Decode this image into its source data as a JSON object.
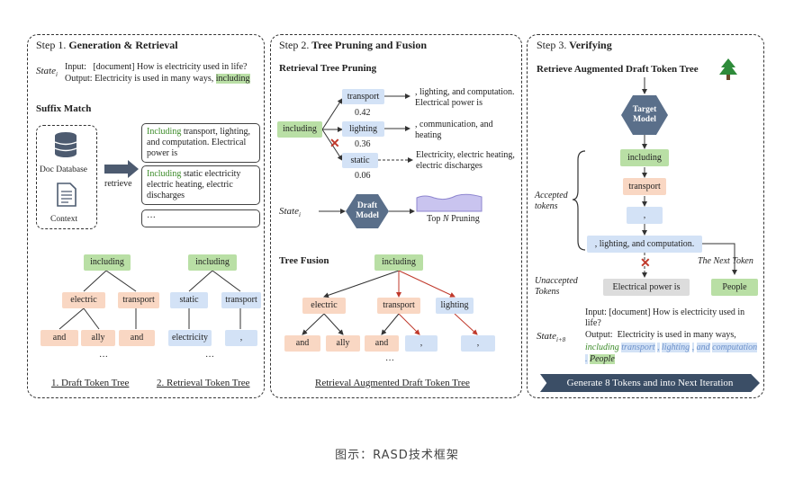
{
  "step1": {
    "title_prefix": "Step 1.",
    "title_bold": "Generation & Retrieval",
    "state_label": "State",
    "state_sub": "i",
    "input_label": "Input:",
    "input_text": "[document] How is electricity used in life?",
    "output_label": "Output:",
    "output_text": "Electricity is used in many ways,",
    "output_highlight": "including",
    "suffix_match": "Suffix Match",
    "doc_database": "Doc Database",
    "context": "Context",
    "retrieve": "retrieve",
    "results": [
      {
        "highlight": "Including",
        "text": "transport, lighting, and computation. Electrical power is"
      },
      {
        "highlight": "Including",
        "text": "static electricity electric heating, electric discharges"
      },
      {
        "text": "···"
      }
    ],
    "draft_tree": {
      "root": "including",
      "mid": [
        "electric",
        "transport"
      ],
      "leaves": [
        "and",
        "ally",
        "and"
      ],
      "dots": "···"
    },
    "retrieval_tree": {
      "root": "including",
      "mid": [
        "static",
        "transport"
      ],
      "leaves": [
        "electricity",
        ","
      ],
      "dots": "···"
    },
    "label1": "1. Draft Token Tree",
    "label2": "2. Retrieval Token Tree"
  },
  "step2": {
    "title_prefix": "Step 2.",
    "title_bold": "Tree Pruning and Fusion",
    "pruning_title": "Retrieval Tree Pruning",
    "root": "including",
    "branches": [
      {
        "token": "transport",
        "prob": "0.42",
        "cont": ", lighting, and computation. Electrical power is"
      },
      {
        "token": "lighting",
        "prob": "0.36",
        "cont": ", communication, and heating"
      },
      {
        "token": "static",
        "prob": "0.06",
        "cont": "Electricity, electric heating, electric discharges"
      }
    ],
    "state_label": "State",
    "state_sub": "i",
    "draft_model": "Draft Model",
    "topn_prefix": "Top",
    "topn_n": "N",
    "topn_suffix": "Pruning",
    "fusion_title": "Tree Fusion",
    "fusion_tree": {
      "root": "including",
      "mid": [
        "electric",
        "transport",
        "lighting"
      ],
      "leaves": [
        "and",
        "ally",
        "and",
        ",",
        ","
      ],
      "dots": "···"
    },
    "label": "Retrieval Augmented Draft Token Tree"
  },
  "step3": {
    "title_prefix": "Step 3.",
    "title_bold": "Verifying",
    "subtitle": "Retrieve Augmented Draft Token Tree",
    "target_model": "Target Model",
    "accepted_label": "Accepted tokens",
    "chain": [
      "including",
      "transport",
      ",",
      ", lighting, and computation."
    ],
    "unaccepted_label": "Unaccepted Tokens",
    "unaccepted_token": "Electrical power is",
    "next_token_label": "The Next Token",
    "next_token": "People",
    "state_label": "State",
    "state_sub": "i+8",
    "input_label": "Input:",
    "input_text": "[document] How is electricity used in life?",
    "output_label": "Output:",
    "output_text": "Electricity is used in many ways,",
    "output_tokens": [
      "including",
      "transport",
      ",",
      "lighting",
      ",",
      "and",
      "computation",
      ".",
      "People"
    ],
    "banner": "Generate 8 Tokens and into Next Iteration"
  },
  "caption": "图示：RASD技术框架",
  "colors": {
    "green": "#b9dfa5",
    "orange": "#f9d7c3",
    "blue": "#d3e2f6",
    "gray": "#dcdcdc",
    "model": "#5a6f8a",
    "banner": "#3b4e66",
    "red": "#c0392b",
    "tree": "#2e8b3a"
  }
}
